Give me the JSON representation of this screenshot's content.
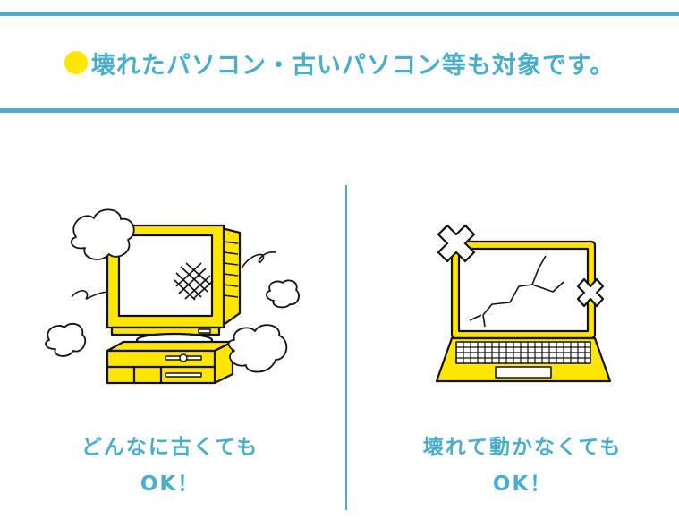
{
  "banner": {
    "title": "壊れたパソコン・古いパソコン等も対象です。",
    "bullet_color": "#ffe600"
  },
  "colors": {
    "accent": "#4aaecb",
    "illustration": "#ffe600"
  },
  "items": [
    {
      "caption_line1": "どんなに古くても",
      "caption_line2": "OK！",
      "icon": "old-crt-computer-icon"
    },
    {
      "caption_line1": "壊れて動かなくても",
      "caption_line2": "OK！",
      "icon": "broken-laptop-icon"
    }
  ]
}
